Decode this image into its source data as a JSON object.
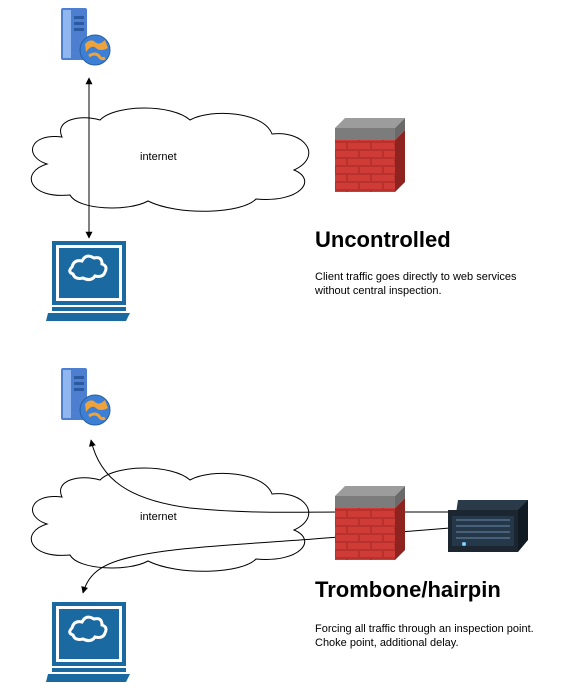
{
  "scenarios": [
    {
      "title": "Uncontrolled",
      "description_lines": [
        "Client traffic goes directly to web services",
        "without central inspection."
      ],
      "cloud_label": "internet",
      "icons": [
        "web-server-icon",
        "internet-cloud",
        "firewall-icon",
        "client-computer-icon"
      ]
    },
    {
      "title": "Trombone/hairpin",
      "description_lines": [
        "Forcing all traffic through an inspection point.",
        "Choke point, additional delay."
      ],
      "cloud_label": "internet",
      "icons": [
        "web-server-icon",
        "internet-cloud",
        "firewall-icon",
        "inspection-appliance-icon",
        "client-computer-icon"
      ]
    }
  ],
  "colors": {
    "monitor_blue": "#1c6ea4",
    "brick_red": "#c0332f",
    "server_blue": "#5a8fd8",
    "appliance_dark": "#1e2a36"
  }
}
